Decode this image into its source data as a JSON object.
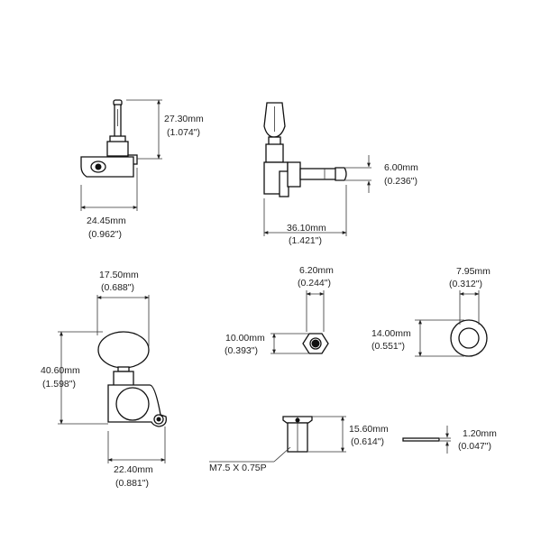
{
  "dims": {
    "d1": {
      "mm": "27.30mm",
      "inch": "(1.074\")"
    },
    "d2": {
      "mm": "24.45mm",
      "inch": "(0.962\")"
    },
    "d3": {
      "mm": "6.00mm",
      "inch": "(0.236\")"
    },
    "d4": {
      "mm": "36.10mm",
      "inch": "(1.421\")"
    },
    "d5": {
      "mm": "17.50mm",
      "inch": "(0.688\")"
    },
    "d6": {
      "mm": "40.60mm",
      "inch": "(1.598\")"
    },
    "d7": {
      "mm": "22.40mm",
      "inch": "(0.881\")"
    },
    "d8": {
      "mm": "6.20mm",
      "inch": "(0.244\")"
    },
    "d9": {
      "mm": "10.00mm",
      "inch": "(0.393\")"
    },
    "d10": {
      "mm": "7.95mm",
      "inch": "(0.312\")"
    },
    "d11": {
      "mm": "14.00mm",
      "inch": "(0.551\")"
    },
    "d12": {
      "mm": "15.60mm",
      "inch": "(0.614\")"
    },
    "d13": {
      "mm": "1.20mm",
      "inch": "(0.047\")"
    }
  },
  "thread_label": "M7.5 X 0.75P"
}
